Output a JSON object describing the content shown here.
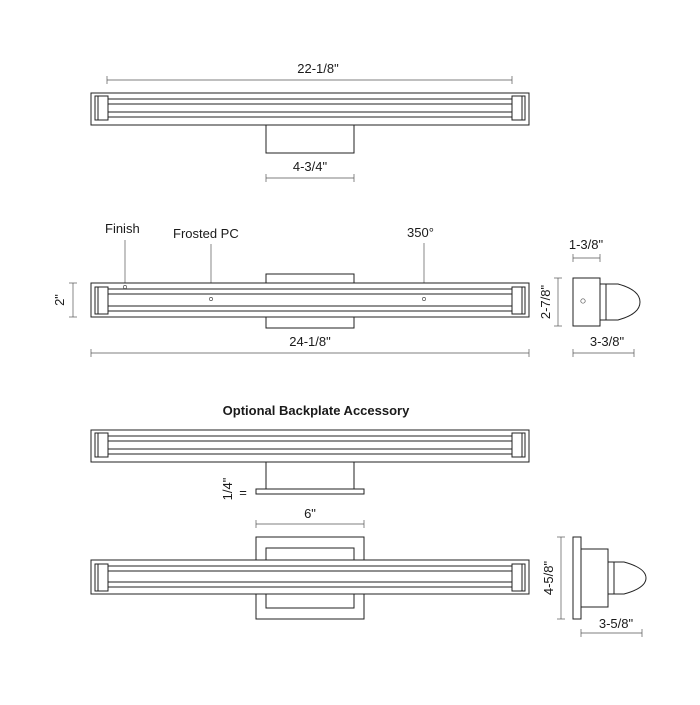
{
  "front_view": {
    "overall_width": "22-1/8\"",
    "backplate_width": "4-3/4\""
  },
  "detail_view": {
    "callout_finish": "Finish",
    "callout_frosted_pc": "Frosted PC",
    "callout_rotation": "350°",
    "height": "2\"",
    "overall_width": "24-1/8\""
  },
  "side_view": {
    "depth_top": "1-3/8\"",
    "height": "2-7/8\"",
    "depth_bottom": "3-3/8\""
  },
  "accessory": {
    "title": "Optional Backplate Accessory",
    "plate_thickness": "1/4\"",
    "plate_thickness_symbol": "=",
    "plate_width": "6\"",
    "side_height": "4-5/8\"",
    "side_depth": "3-5/8\""
  }
}
